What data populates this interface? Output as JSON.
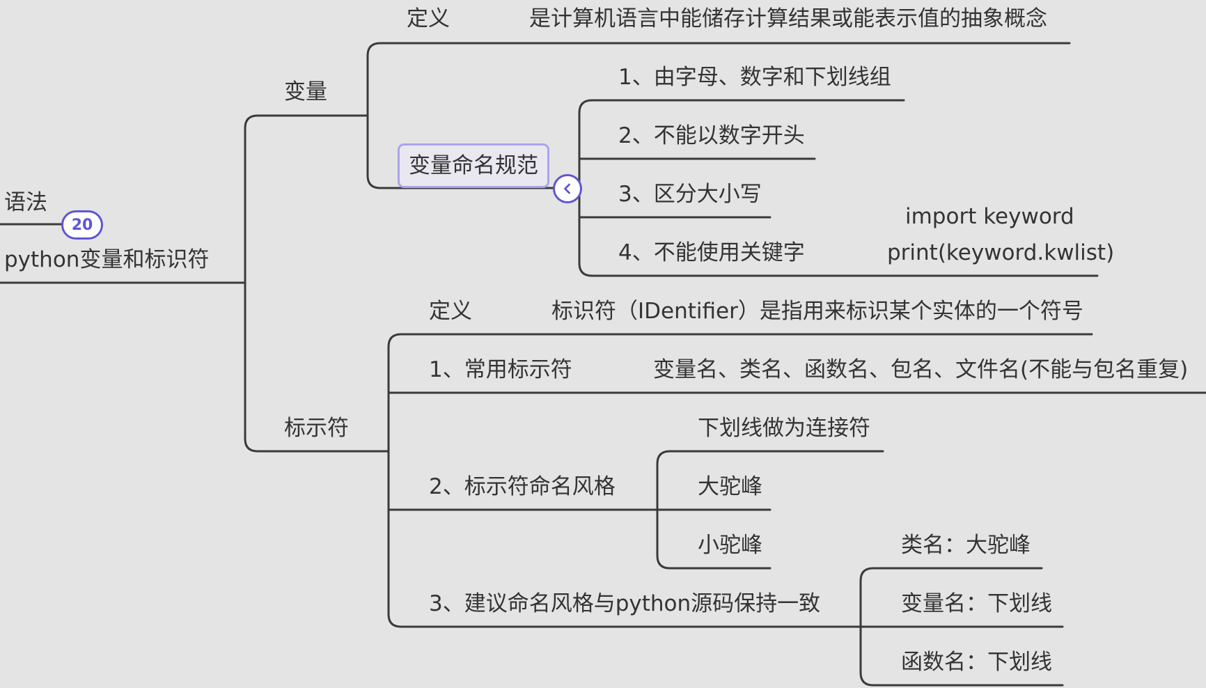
{
  "colors": {
    "background": "#e4e4e4",
    "branch": "#3a3a3a",
    "accent": "#5f56d2",
    "selected_border": "#a9a4ec"
  },
  "root": {
    "parent_label": "语法",
    "label": "python变量和标识符",
    "badge_count": "20"
  },
  "variable": {
    "label": "变量",
    "definition_label": "定义",
    "definition_text": "是计算机语言中能储存计算结果或能表示值的抽象概念",
    "naming": {
      "label": "变量命名规范",
      "collapse_icon": "chevron-left-icon",
      "rules": [
        "1、由字母、数字和下划线组",
        "2、不能以数字开头",
        "3、区分大小写",
        "4、不能使用关键字"
      ],
      "keyword_code": [
        "import keyword",
        "print(keyword.kwlist)"
      ]
    }
  },
  "identifier": {
    "label": "标示符",
    "definition_label": "定义",
    "definition_text": "标识符（IDentifier）是指用来标识某个实体的一个符号",
    "common_label": "1、常用标示符",
    "common_text": "变量名、类名、函数名、包名、文件名(不能与包名重复)",
    "style_label": "2、标示符命名风格",
    "styles": [
      "下划线做为连接符",
      "大驼峰",
      "小驼峰"
    ],
    "suggest_label": "3、建议命名风格与python源码保持一致",
    "suggest_items": [
      "类名：大驼峰",
      "变量名：下划线",
      "函数名：下划线"
    ]
  }
}
